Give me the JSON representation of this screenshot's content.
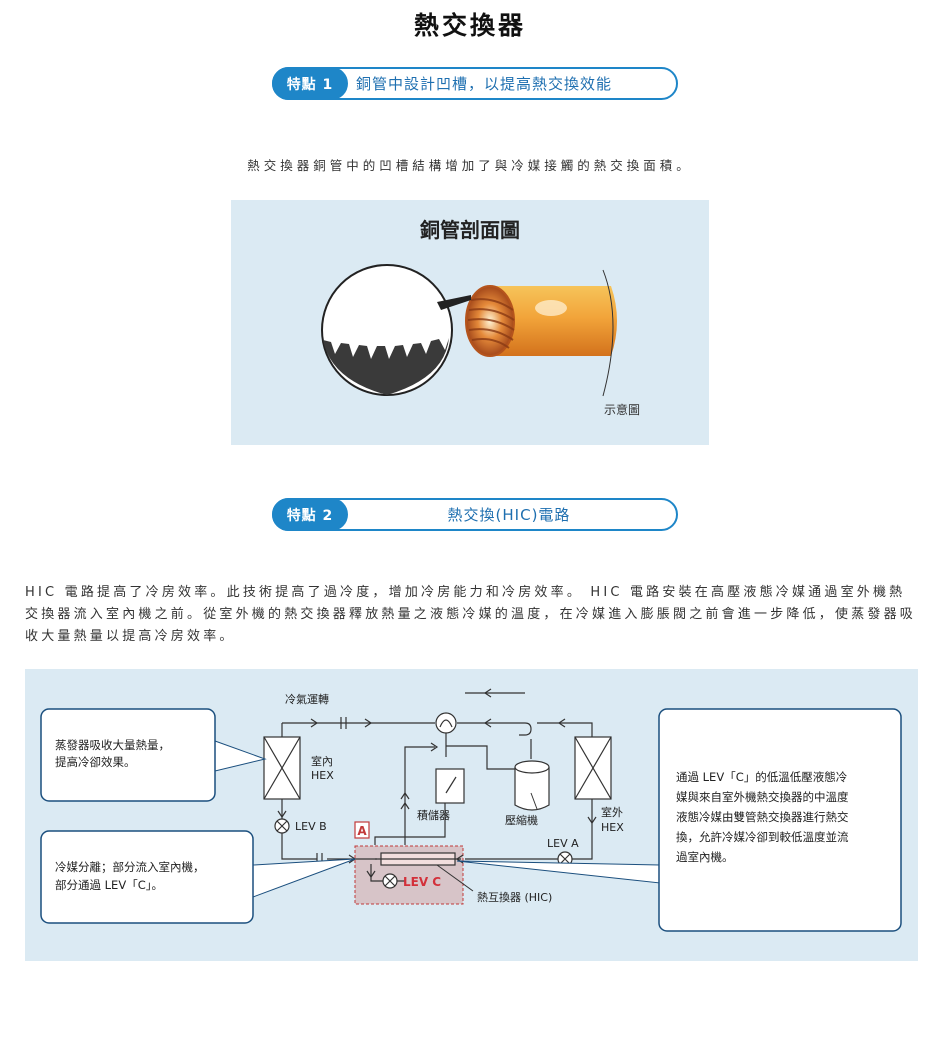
{
  "page_title": "熱交換器",
  "feature1": {
    "badge": "特點 1",
    "text": "銅管中設計凹槽，以提高熱交換效能"
  },
  "intro_text": "熱交換器銅管中的凹槽結構增加了與冷媒接觸的熱交換面積。",
  "copper_diagram": {
    "title": "銅管剖面圖",
    "note": "示意圖"
  },
  "feature2": {
    "badge": "特點 2",
    "text": "熱交換(HIC)電路"
  },
  "hic_paragraph": "HIC 電路提高了冷房效率。此技術提高了過冷度，增加冷房能力和冷房效率。 HIC 電路安裝在高壓液態冷媒通過室外機熱交換器流入室內機之前。從室外機的熱交換器釋放熱量之液態冷媒的溫度，在冷媒進入膨脹閥之前會進一步降低，使蒸發器吸收大量熱量以提高冷房效率。",
  "circuit": {
    "mode_label": "冷氣運轉",
    "indoor_hex": [
      "室內",
      "HEX"
    ],
    "outdoor_hex": [
      "室外",
      "HEX"
    ],
    "accumulator": "積儲器",
    "compressor": "壓縮機",
    "lev_a": "LEV A",
    "lev_b": "LEV B",
    "lev_c": "LEV C",
    "section_marker": "A",
    "hic_label": "熱互換器 (HIC)",
    "callout_left_top": [
      "蒸發器吸收大量熱量，",
      "提高冷卻效果。"
    ],
    "callout_left_bottom": [
      "冷媒分離；部分流入室內機，",
      "部分通過 LEV「C」。"
    ],
    "callout_right": [
      "通過 LEV「C」的低溫低壓液態冷",
      "媒與來自室外機熱交換器的中溫度",
      "液態冷媒由雙管熱交換器進行熱交",
      "換，允許冷媒冷卻到較低溫度並流",
      "過室內機。"
    ],
    "accent_color": "#d3303a"
  },
  "colors": {
    "primary_blue": "#1e86c8",
    "panel_bg": "#dbeaf3"
  }
}
